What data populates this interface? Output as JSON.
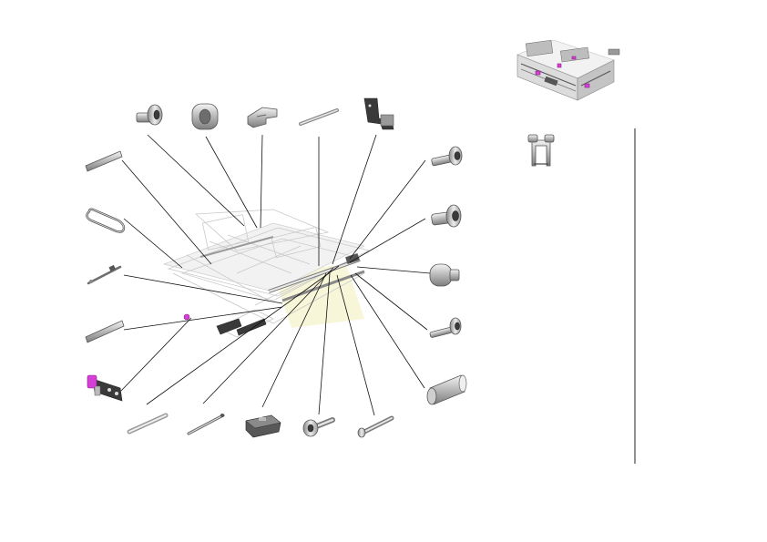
{
  "figure": {
    "type": "exploded-parts-diagram",
    "colors": {
      "accent_part": "#d63fd6",
      "line": "#111111",
      "part_outline": "#555555",
      "ghost_assembly": "#c9c9c9",
      "background": "#ffffff"
    },
    "parts": [
      {
        "name": "shoulder-screw-top"
      },
      {
        "name": "grommet"
      },
      {
        "name": "clip"
      },
      {
        "name": "pin-rod-top"
      },
      {
        "name": "bracket-top"
      },
      {
        "name": "shoulder-screw-right-1"
      },
      {
        "name": "shoulder-screw-right-2"
      },
      {
        "name": "roller-knob"
      },
      {
        "name": "stepped-pin"
      },
      {
        "name": "sleeve-tube"
      },
      {
        "name": "long-screw"
      },
      {
        "name": "flanged-screw"
      },
      {
        "name": "switch"
      },
      {
        "name": "spring-pin"
      },
      {
        "name": "guide-rod-bottom"
      },
      {
        "name": "magenta-bracket"
      },
      {
        "name": "guide-plate"
      },
      {
        "name": "small-shaft"
      },
      {
        "name": "belt"
      },
      {
        "name": "rail-left"
      },
      {
        "name": "clamp-part"
      },
      {
        "name": "assembly-thumbnail"
      }
    ]
  }
}
